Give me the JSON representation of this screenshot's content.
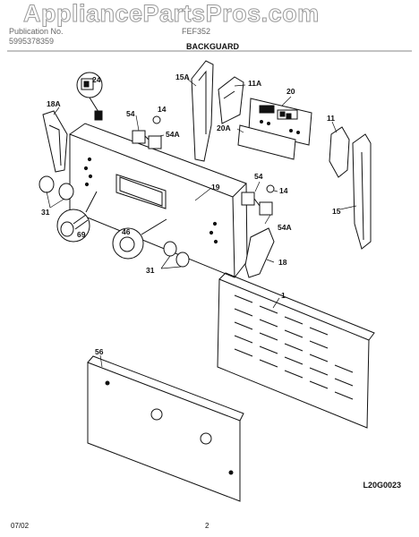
{
  "header": {
    "watermark": "AppliancePartsPros.com",
    "label_left_1": "Publication No.",
    "label_left_2": "5995378359",
    "model": "FEF352",
    "section": "BACKGUARD"
  },
  "callouts": [
    {
      "id": "c24",
      "text": "24"
    },
    {
      "id": "c18a",
      "text": "18A"
    },
    {
      "id": "c54a_top",
      "text": "54"
    },
    {
      "id": "c14_top",
      "text": "14"
    },
    {
      "id": "c54a",
      "text": "54A"
    },
    {
      "id": "c15a",
      "text": "15A"
    },
    {
      "id": "c11a",
      "text": "11A"
    },
    {
      "id": "c20",
      "text": "20"
    },
    {
      "id": "c20a",
      "text": "20A"
    },
    {
      "id": "c11",
      "text": "11"
    },
    {
      "id": "c19",
      "text": "19"
    },
    {
      "id": "c54b",
      "text": "54"
    },
    {
      "id": "c14b",
      "text": "14"
    },
    {
      "id": "c54a_b",
      "text": "54A"
    },
    {
      "id": "c15",
      "text": "15"
    },
    {
      "id": "c31a",
      "text": "31"
    },
    {
      "id": "c69",
      "text": "69"
    },
    {
      "id": "c46",
      "text": "46"
    },
    {
      "id": "c31b",
      "text": "31"
    },
    {
      "id": "c18",
      "text": "18"
    },
    {
      "id": "c1",
      "text": "1"
    },
    {
      "id": "c56",
      "text": "56"
    }
  ],
  "footer": {
    "date": "07/02",
    "page": "2",
    "doc_number": "L20G0023"
  },
  "colors": {
    "line": "#111111",
    "watermark_stroke": "#9a9a9a"
  }
}
